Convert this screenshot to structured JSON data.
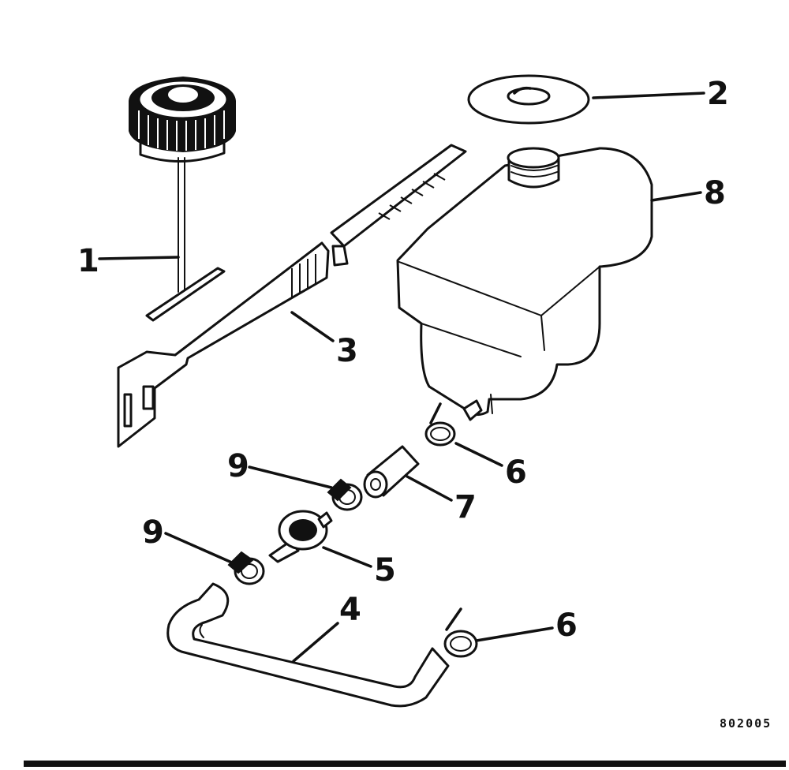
{
  "diagram": {
    "callouts": [
      {
        "id": "cap-dipstick",
        "label": "1"
      },
      {
        "id": "fill-ring",
        "label": "2"
      },
      {
        "id": "bracket-strap",
        "label": "3"
      },
      {
        "id": "hose",
        "label": "4"
      },
      {
        "id": "check-valve",
        "label": "5"
      },
      {
        "id": "clamp-upper",
        "label": "6"
      },
      {
        "id": "short-hose",
        "label": "7"
      },
      {
        "id": "reservoir",
        "label": "8"
      },
      {
        "id": "clip-upper",
        "label": "9"
      },
      {
        "id": "clip-lower",
        "label": "9"
      },
      {
        "id": "clamp-lower",
        "label": "6"
      }
    ],
    "figure_code": "802005"
  }
}
